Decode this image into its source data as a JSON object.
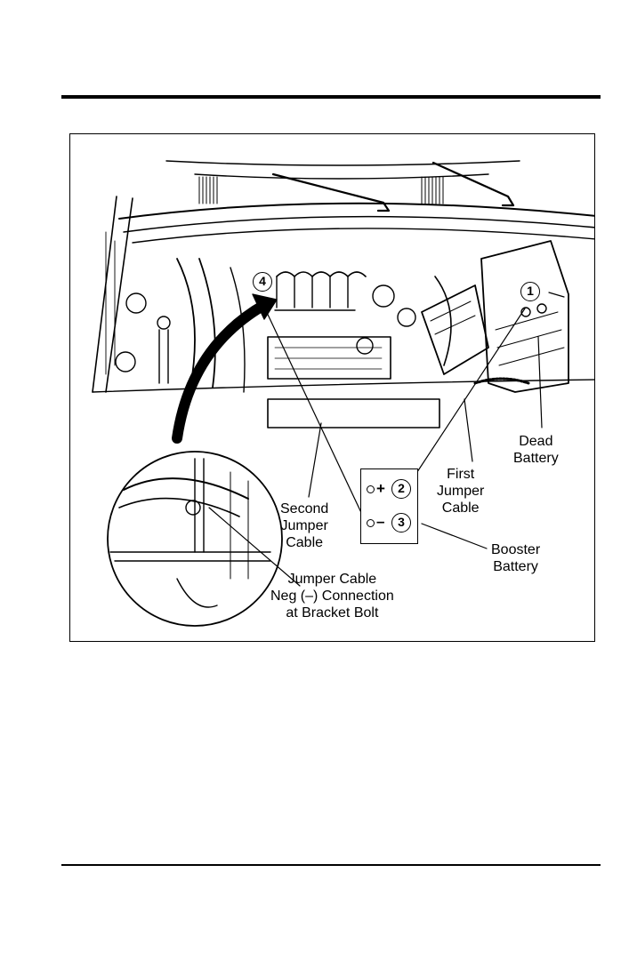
{
  "figure": {
    "labels": {
      "dead_battery": [
        "Dead",
        "Battery"
      ],
      "first_cable": [
        "First",
        "Jumper",
        "Cable"
      ],
      "second_cable": [
        "Second",
        "Jumper",
        "Cable"
      ],
      "booster_battery": [
        "Booster",
        "Battery"
      ],
      "neg_connection": [
        "Jumper Cable",
        "Neg (–) Connection",
        "at Bracket Bolt"
      ]
    },
    "steps": {
      "one": "1",
      "two": "2",
      "three": "3",
      "four": "4"
    },
    "terminals": {
      "positive": "+",
      "negative": "–"
    }
  }
}
